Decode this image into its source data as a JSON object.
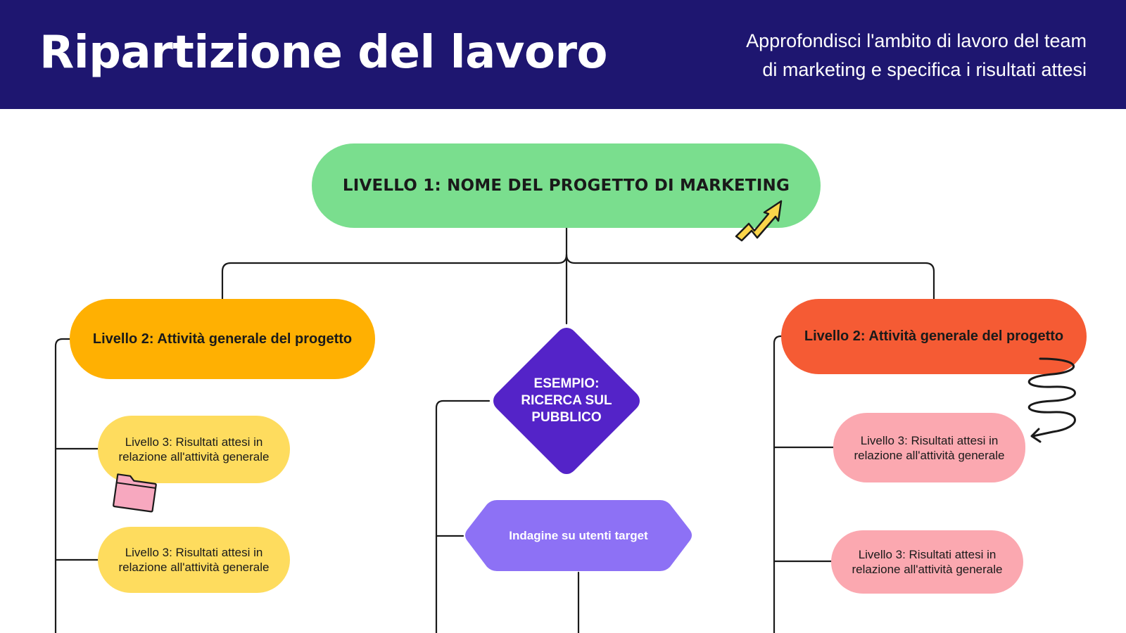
{
  "header": {
    "title": "Ripartizione del lavoro",
    "subtitle_line1": "Approfondisci l'ambito di lavoro del team",
    "subtitle_line2": "di marketing e specifica i risultati attesi"
  },
  "diagram": {
    "level1": {
      "label": "LIVELLO 1: NOME DEL PROGETTO DI MARKETING",
      "color": "#7ade8e"
    },
    "level2_left": {
      "label": "Livello 2: Attività generale del progetto",
      "color": "#ffb002"
    },
    "level2_right": {
      "label": "Livello 2: Attività generale del progetto",
      "color": "#f55b34"
    },
    "level3_left": [
      {
        "line1": "Livello 3: Risultati attesi in",
        "line2": "relazione all'attività generale"
      },
      {
        "line1": "Livello 3: Risultati attesi in",
        "line2": "relazione all'attività generale"
      }
    ],
    "level3_right": [
      {
        "line1": "Livello 3: Risultati attesi in",
        "line2": "relazione all'attività generale"
      },
      {
        "line1": "Livello 3: Risultati attesi in",
        "line2": "relazione all'attività generale"
      }
    ],
    "example": {
      "line1": "ESEMPIO:",
      "line2": "RICERCA SUL",
      "line3": "PUBBLICO",
      "color": "#5423c8"
    },
    "task": {
      "label": "Indagine su utenti target",
      "color": "#8d71f5"
    }
  },
  "decorations": [
    "zigzag-arrow-icon",
    "folder-icon",
    "spiral-arrow-icon"
  ],
  "colors": {
    "header_bg": "#1e1670",
    "level3_yellow": "#fedc5e",
    "level3_pink": "#fba8b0",
    "connector": "#1a1a1a"
  }
}
